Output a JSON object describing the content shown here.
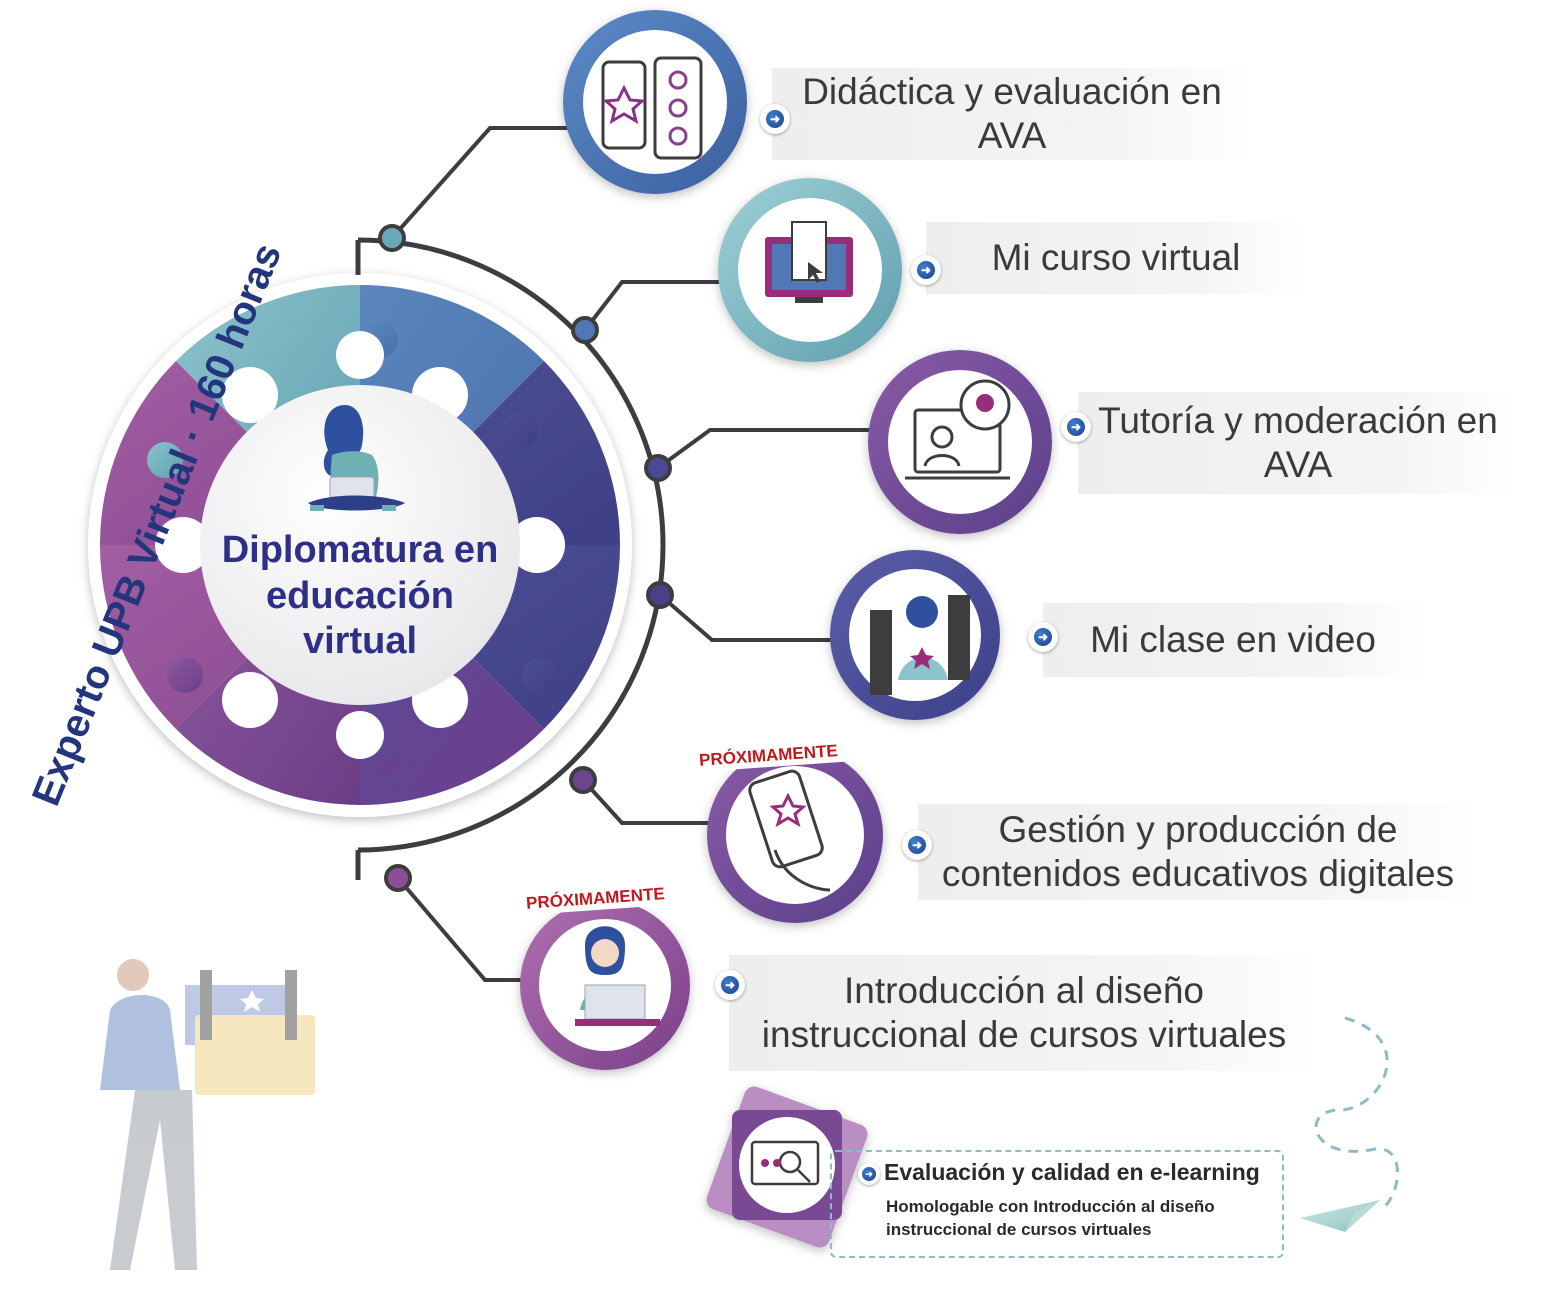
{
  "side_title": "Experto UPB Virtual · 160 horas",
  "center_title": "Diplomatura en educación virtual",
  "courses": [
    {
      "label": "Didáctica y evaluación en AVA",
      "icon": "phone-checklist-icon"
    },
    {
      "label": "Mi curso virtual",
      "icon": "monitor-document-icon"
    },
    {
      "label": "Tutoría y moderación en AVA",
      "icon": "tutor-laptop-bulb-icon"
    },
    {
      "label": "Mi clase en video",
      "icon": "video-presenter-icon"
    },
    {
      "label": "Gestión y producción de contenidos educativos digitales",
      "icon": "hand-phone-star-icon",
      "badge": "PRÓXIMAMENTE"
    },
    {
      "label": "Introducción al diseño instruccional de cursos virtuales",
      "icon": "headset-person-laptop-icon",
      "badge": "PRÓXIMAMENTE"
    }
  ],
  "evaluation": {
    "title": "Evaluación y calidad en e-learning",
    "subtitle": "Homologable con Introducción al diseño instruccional de cursos virtuales",
    "icon": "magnifier-stars-icon"
  },
  "colors": {
    "teal": "#6aa9b7",
    "blue": "#4f78b4",
    "indigo": "#4a4a92",
    "purple": "#7a4a94",
    "magenta": "#9a4f9a",
    "navy_text": "#2e2f86"
  }
}
